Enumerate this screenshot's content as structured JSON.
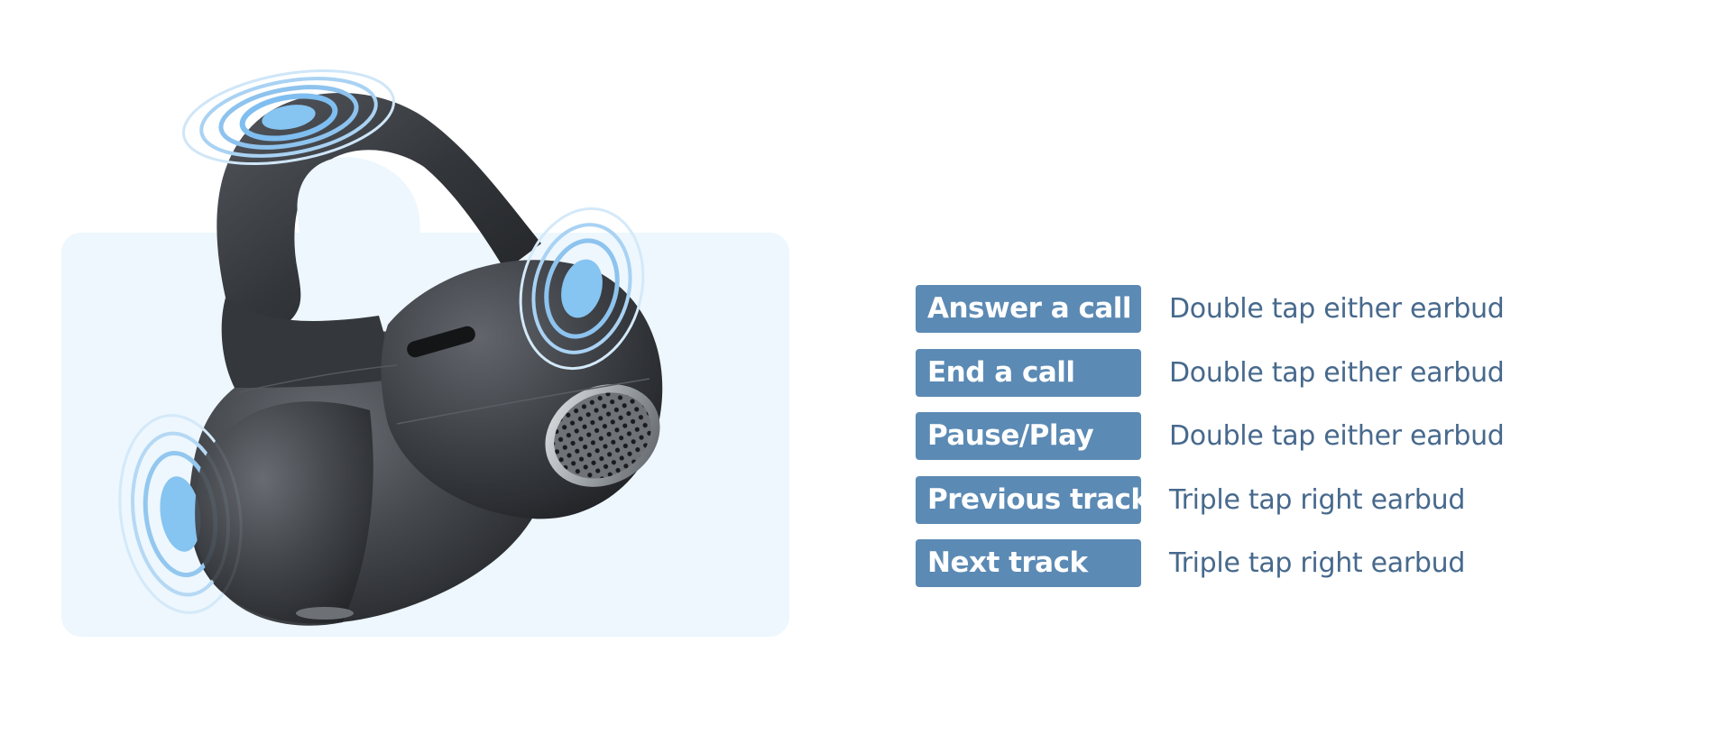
{
  "colors": {
    "panel_background": "#edf7fd",
    "label_background": "#5b8ab4",
    "label_text": "#ffffff",
    "description_text": "#47698c",
    "earbud_body": "#3a3d42",
    "touch_ripple": "#7fbef0"
  },
  "controls": [
    {
      "action": "Answer a call",
      "gesture": "Double tap either earbud"
    },
    {
      "action": "End a call",
      "gesture": "Double tap either earbud"
    },
    {
      "action": "Pause/Play",
      "gesture": "Double tap either earbud"
    },
    {
      "action": "Previous track",
      "gesture": "Triple tap right earbud"
    },
    {
      "action": "Next track",
      "gesture": "Triple tap right earbud"
    }
  ]
}
